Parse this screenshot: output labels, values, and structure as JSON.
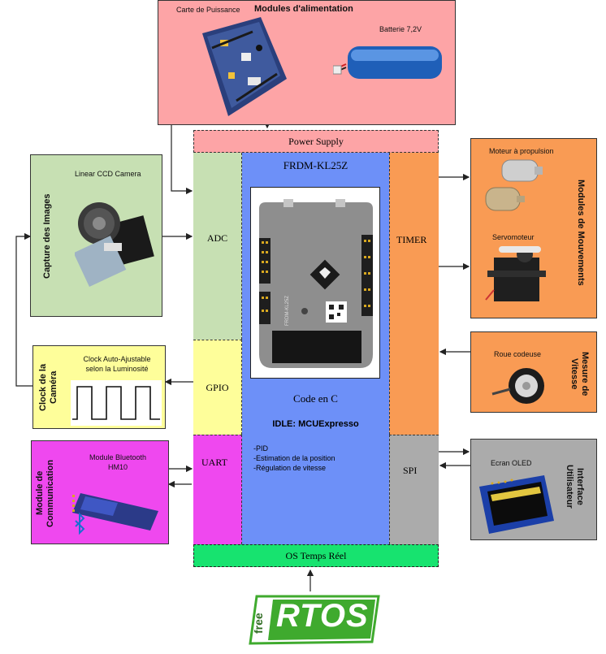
{
  "power_module": {
    "title": "Modules d'alimentation",
    "card_label": "Carte de Puissance",
    "battery_label": "Batterie 7,2V"
  },
  "mcu": {
    "power_supply": "Power Supply",
    "board_name": "FRDM-KL25Z",
    "code_label": "Code en C",
    "ide_label": "IDLE: MCUExpresso",
    "features": [
      "-PID",
      "-Estimation de la position",
      "-Régulation de vitesse"
    ],
    "os_label": "OS Temps Réel",
    "board_print": "FRDM-KL25Z"
  },
  "peripherals": {
    "adc": "ADC",
    "gpio": "GPIO",
    "uart": "UART",
    "timer": "TIMER",
    "spi": "SPI"
  },
  "camera_module": {
    "title": "Capture des Images",
    "camera_label": "Linear CCD Camera"
  },
  "clock_module": {
    "title_line1": "Clock de la",
    "title_line2": "Caméra",
    "desc_line1": "Clock Auto-Ajustable",
    "desc_line2": "selon la Luminosité"
  },
  "comm_module": {
    "title_line1": "Module de",
    "title_line2": "Communication",
    "bt_line1": "Module Bluetooth",
    "bt_line2": "HM10"
  },
  "movement_module": {
    "title": "Modules de Mouvements",
    "motor_label": "Moteur à propulsion",
    "servo_label": "Servomoteur"
  },
  "speed_module": {
    "title_line1": "Mesure de",
    "title_line2": "Vitesse",
    "encoder_label": "Roue codeuse"
  },
  "ui_module": {
    "title_line1": "Interface",
    "title_line2": "Utilisateur",
    "oled_label": "Ecran OLED"
  },
  "rtos_logo": {
    "free": "free",
    "rtos": "RTOS"
  },
  "colors": {
    "power_bg": "#fda4a6",
    "adc_bg": "#c7e0b3",
    "gpio_bg": "#fefe9a",
    "uart_bg": "#ef48ef",
    "mcu_bg": "#6d90f8",
    "timer_bg": "#f99b54",
    "spi_bg": "#ababab",
    "os_bg": "#17e36f",
    "camera_bg": "#c7e0b3",
    "clock_bg": "#fefe9a",
    "comm_bg": "#ef48ef",
    "movement_bg": "#f99b54",
    "speed_bg": "#f99b54",
    "ui_bg": "#ababab",
    "rtos_green": "#3faa2e"
  }
}
